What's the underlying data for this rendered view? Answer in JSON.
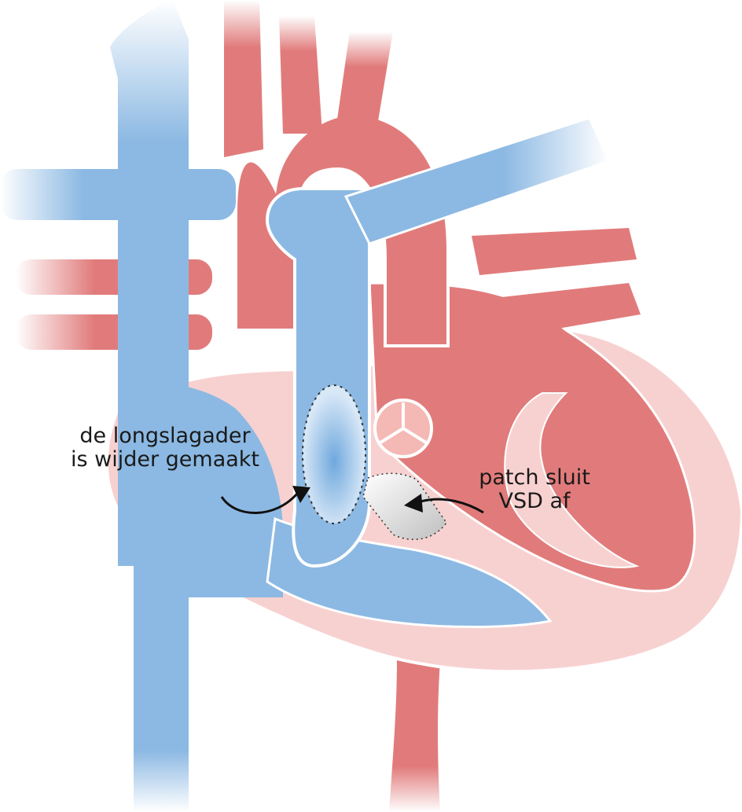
{
  "annotations": {
    "pulmonary_line1": "de longslagader",
    "pulmonary_line2": "is wijder gemaakt",
    "patch_line1": "patch sluit",
    "patch_line2": "VSD af"
  },
  "colors": {
    "red_vessel": "#e17b7b",
    "red_dark": "#c9574f",
    "pink_wall": "#f7d1d0",
    "blue_vessel": "#8cb9e3",
    "blue_light": "#e7f0fa",
    "patch_gray": "#cfcfcf",
    "outline": "#ffffff",
    "arrow": "#111111"
  }
}
